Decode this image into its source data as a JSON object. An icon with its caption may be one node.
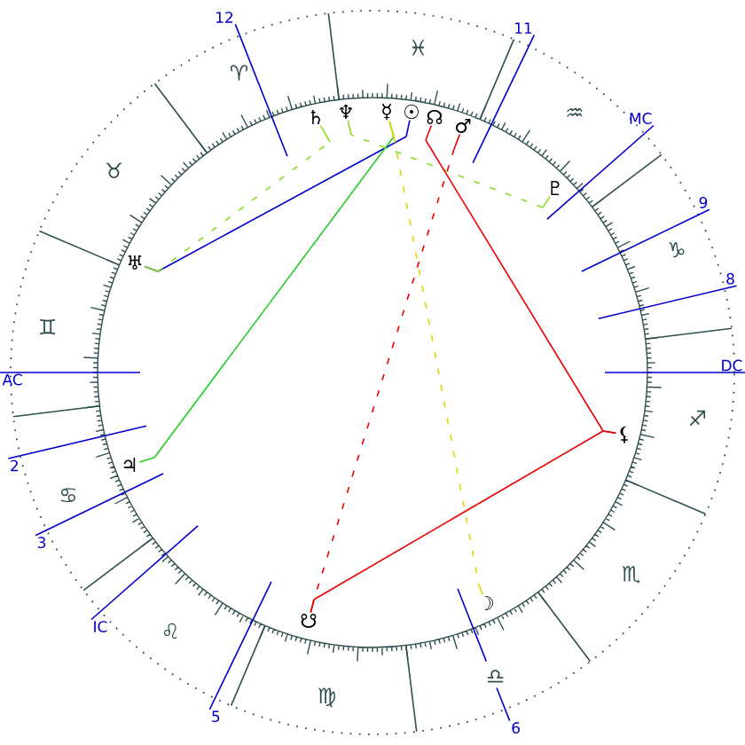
{
  "diagram": {
    "nodes": [
      {
        "text": [
          "♄"
        ]
      },
      {
        "text": [
          "♆"
        ]
      },
      {
        "text": [
          "☿"
        ]
      },
      {
        "text": [
          "☉"
        ]
      },
      {
        "text": [
          "☊"
        ]
      },
      {
        "text": [
          "♂"
        ]
      },
      {
        "text": [
          "♇"
        ]
      },
      {
        "text": [
          "⚸"
        ]
      },
      {
        "text": [
          "☽"
        ]
      },
      {
        "text": [
          "☋"
        ]
      },
      {
        "text": [
          "♃"
        ]
      },
      {
        "text": [
          "♅"
        ]
      }
    ],
    "edges": [
      {
        "from": 11,
        "to": 3,
        "arrow": "none",
        "color": "#0000cc"
      },
      {
        "from": 11,
        "to": 0,
        "arrow": "none",
        "style": "dashed",
        "color": "#88dd22"
      },
      {
        "from": 10,
        "to": 2,
        "arrow": "none",
        "color": "#22cc22"
      },
      {
        "from": 6,
        "to": 1,
        "arrow": "none",
        "style": "dashed",
        "color": "#88dd22"
      },
      {
        "from": 2,
        "to": 8,
        "arrow": "none",
        "style": "dashed",
        "color": "#e6d200"
      },
      {
        "from": 5,
        "to": 9,
        "arrow": "none",
        "style": "dashed",
        "color": "#ee0000"
      },
      {
        "from": 4,
        "to": 7,
        "arrow": "none",
        "color": "#ee0000"
      },
      {
        "from": 7,
        "to": 9,
        "arrow": "none",
        "color": "#ee0000"
      }
    ],
    "labels": [
      "12",
      "11",
      "♓",
      "♈",
      "♒",
      "MC",
      "♉",
      "9",
      "♑",
      "8",
      "♊",
      "DC",
      "AC",
      "♐",
      "2",
      "♋",
      "3",
      "♏",
      "IC",
      "♌",
      "♎",
      "♍",
      "5",
      "6"
    ]
  }
}
